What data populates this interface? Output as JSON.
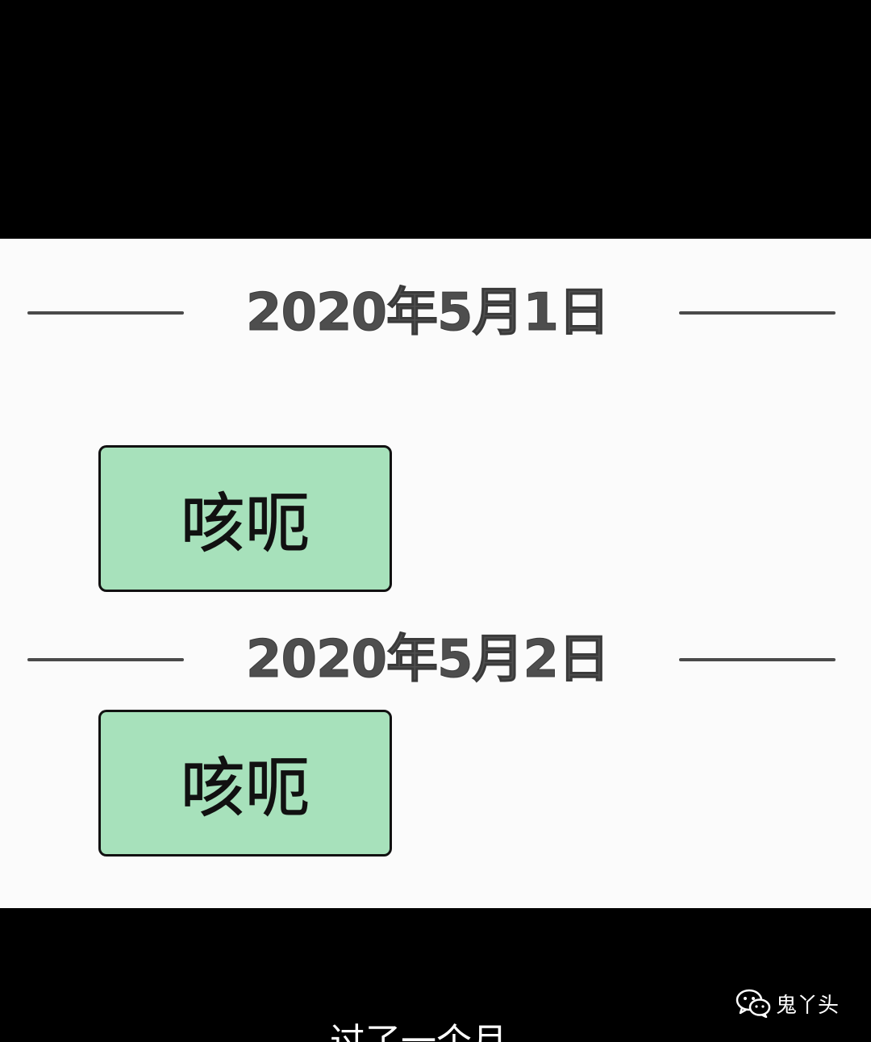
{
  "panel": {
    "entries": [
      {
        "date": "2020年5月1日",
        "message": "咳呃"
      },
      {
        "date": "2020年5月2日",
        "message": "咳呃"
      }
    ]
  },
  "watermark": {
    "icon": "wechat-icon",
    "label": "鬼丫头"
  },
  "caption": "过了一个月...",
  "colors": {
    "background": "#000000",
    "panel": "#fbfbfb",
    "bubble": "#a7e1bb",
    "date_text": "#4e4e4e"
  }
}
